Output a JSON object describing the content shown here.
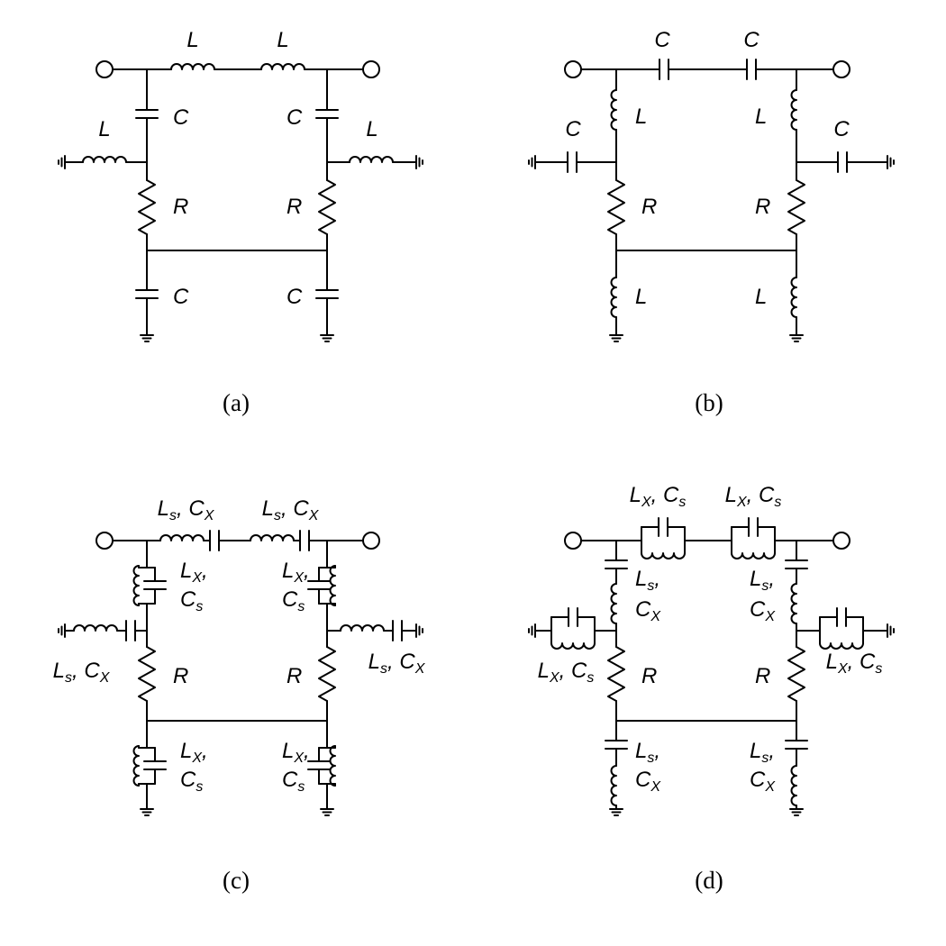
{
  "panels": [
    {
      "caption": "(a)",
      "labels": [
        "L",
        "L",
        "L",
        "L",
        "C",
        "C",
        "R",
        "R",
        "C",
        "C"
      ]
    },
    {
      "caption": "(b)",
      "labels": [
        "C",
        "C",
        "C",
        "C",
        "L",
        "L",
        "R",
        "R",
        "L",
        "L"
      ]
    },
    {
      "caption": "(c)",
      "labels": [
        [
          "L",
          "s",
          ", ",
          "C",
          "X"
        ],
        [
          "L",
          "s",
          ", ",
          "C",
          "X"
        ],
        [
          "L",
          "X",
          ","
        ],
        [
          "C",
          "s"
        ],
        [
          "L",
          "X",
          ","
        ],
        [
          "C",
          "s"
        ],
        [
          "L",
          "s",
          ", ",
          "C",
          "X"
        ],
        [
          "L",
          "s",
          ", ",
          "C",
          "X"
        ],
        "R",
        "R",
        [
          "L",
          "X",
          ","
        ],
        [
          "C",
          "s"
        ],
        [
          "L",
          "X",
          ","
        ],
        [
          "C",
          "s"
        ]
      ]
    },
    {
      "caption": "(d)",
      "labels": [
        [
          "L",
          "X",
          ", ",
          "C",
          "s"
        ],
        [
          "L",
          "X",
          ", ",
          "C",
          "s"
        ],
        [
          "L",
          "s",
          ","
        ],
        [
          "C",
          "X"
        ],
        [
          "L",
          "s",
          ","
        ],
        [
          "C",
          "X"
        ],
        [
          "L",
          "X",
          ", ",
          "C",
          "s"
        ],
        [
          "L",
          "X",
          ", ",
          "C",
          "s"
        ],
        "R",
        "R",
        [
          "L",
          "s",
          ","
        ],
        [
          "C",
          "X"
        ],
        [
          "L",
          "s",
          ","
        ],
        [
          "C",
          "X"
        ]
      ]
    }
  ]
}
